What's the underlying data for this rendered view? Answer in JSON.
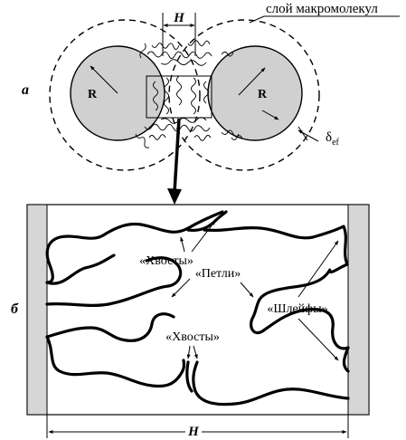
{
  "labels": {
    "macromolecule_layer": "слой макромолекул",
    "panel_a": "а",
    "panel_b": "б",
    "H_top": "H",
    "H_bottom": "H",
    "R_left": "R",
    "R_right": "R",
    "delta_sym": "δ",
    "delta_sub": "ef",
    "tails_top": "«Хвосты»",
    "loops": "«Петли»",
    "trains": "«Шлейфы»",
    "tails_bottom": "«Хвосты»"
  },
  "colors": {
    "particle_fill": "#d0d0d0",
    "plate_fill": "#d6d6d6",
    "line": "#000000"
  }
}
